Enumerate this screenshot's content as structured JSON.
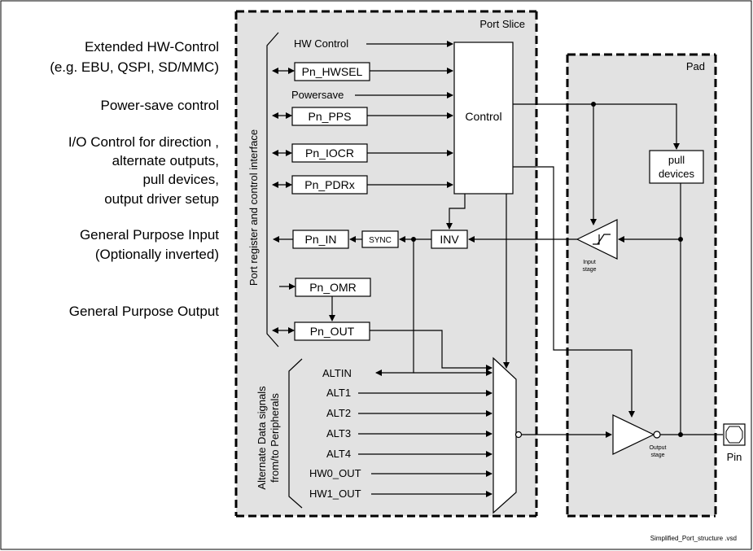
{
  "left_labels": {
    "hw_control_1": "Extended HW-Control",
    "hw_control_2": "(e.g. EBU, QSPI, SD/MMC)",
    "power_save": "Power-save control",
    "io_control_1": "I/O Control for direction ,",
    "io_control_2": "alternate outputs,",
    "io_control_3": "pull devices,",
    "io_control_4": "output driver setup",
    "gp_input_1": "General Purpose Input",
    "gp_input_2": "(Optionally  inverted)",
    "gp_output": "General Purpose Output"
  },
  "port_slice": {
    "title": "Port Slice",
    "reg_interface_label": "Port register and control interface",
    "alt_label_1": "Alternate Data signals",
    "alt_label_2": "from/to Peripherals",
    "hw_control": "HW Control",
    "powersave": "Powersave",
    "control": "Control",
    "registers": {
      "hwsel": "Pn_HWSEL",
      "pps": "Pn_PPS",
      "iocr": "Pn_IOCR",
      "pdrx": "Pn_PDRx",
      "in": "Pn_IN",
      "omr": "Pn_OMR",
      "out": "Pn_OUT"
    },
    "sync": "SYNC",
    "inv": "INV",
    "alt_signals": {
      "altin": "ALTIN",
      "alt1": "ALT1",
      "alt2": "ALT2",
      "alt3": "ALT3",
      "alt4": "ALT4",
      "hw0": "HW0_OUT",
      "hw1": "HW1_OUT"
    }
  },
  "pad": {
    "title": "Pad",
    "pull_1": "pull",
    "pull_2": "devices",
    "input_stage_1": "Input",
    "input_stage_2": "stage",
    "output_stage_1": "Output",
    "output_stage_2": "stage"
  },
  "pin_label": "Pin",
  "footer": "Simplified_Port_structure .vsd"
}
